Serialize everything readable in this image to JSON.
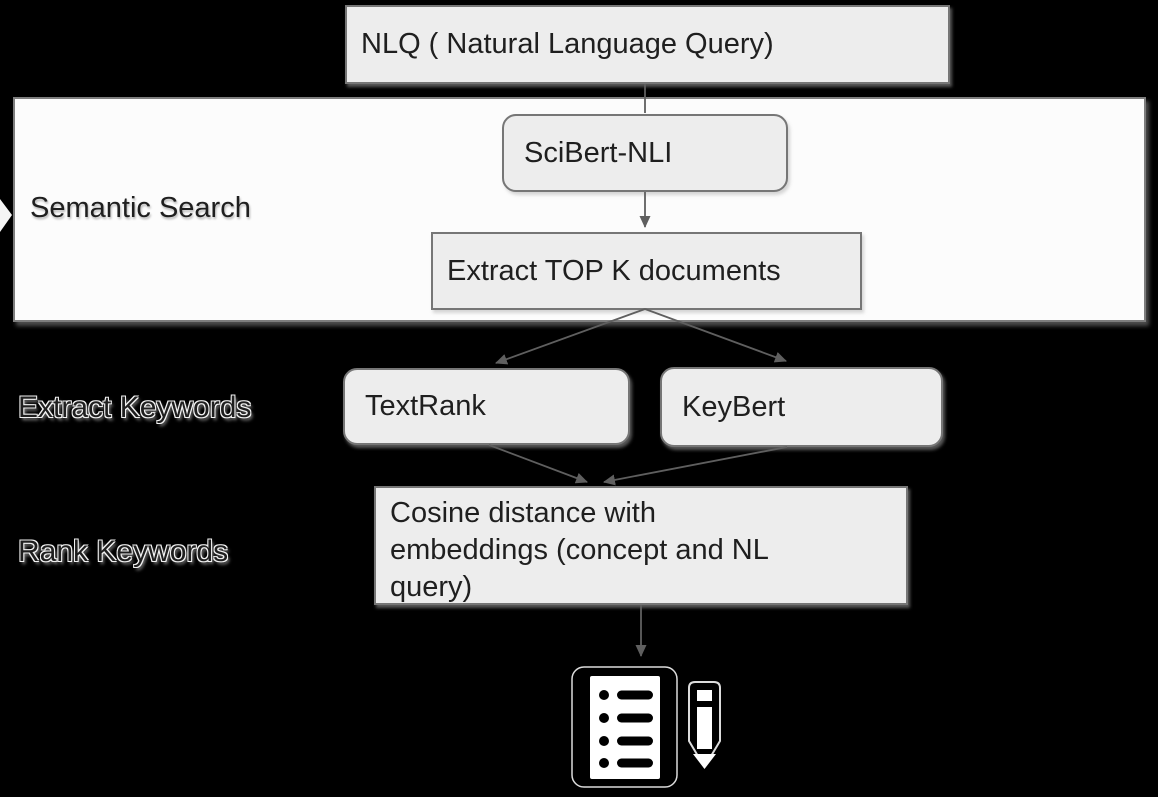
{
  "colors": {
    "background": "#000000",
    "node_fill": "#ededed",
    "node_border": "#767676",
    "container_fill": "#fcfcfc",
    "container_border": "#7e7e7e",
    "arrow": "#5f5f5f",
    "text": "#1f1f1f"
  },
  "nodes": {
    "nlq": {
      "label": "NLQ ( Natural Language Query)"
    },
    "scibert": {
      "label": "SciBert-NLI"
    },
    "extract_top_k": {
      "label": "Extract TOP K documents"
    },
    "textrank": {
      "label": "TextRank"
    },
    "keybert": {
      "label": "KeyBert"
    },
    "cosine": {
      "lines": [
        "Cosine distance with",
        "embeddings (concept and NL",
        "query)"
      ]
    }
  },
  "stage_labels": {
    "semantic_search": "Semantic Search",
    "extract_keywords": "Extract Keywords",
    "rank_keywords": "Rank Keywords"
  },
  "icons": {
    "results": "results-list-document-icon",
    "pencil": "pencil-icon",
    "left_edge": "left-edge-arrow-icon"
  }
}
